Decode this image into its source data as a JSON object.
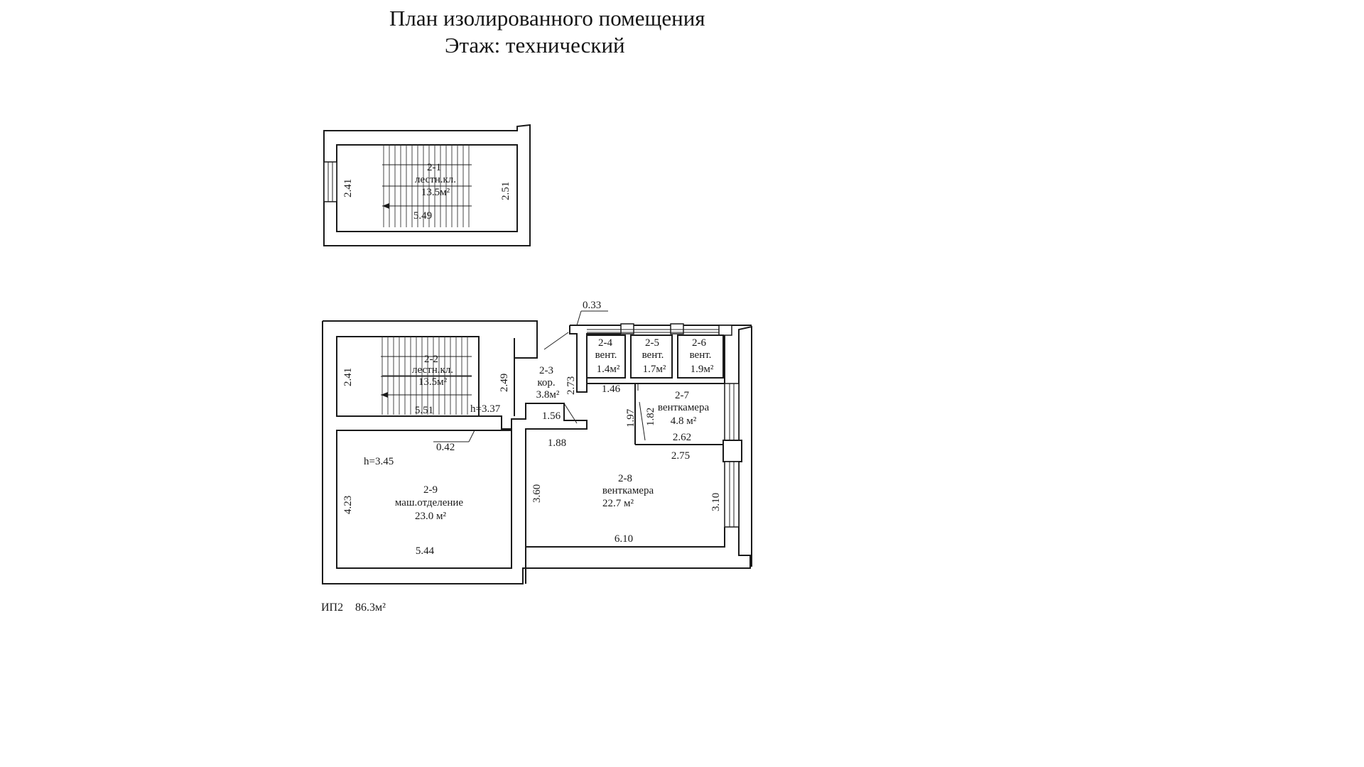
{
  "header": {
    "title": "План изолированного помещения",
    "floor": "Этаж: технический"
  },
  "rooms": [
    {
      "id": "room_2_1",
      "number": "2-1",
      "name": "лестн.кл.",
      "area": "13.5м²"
    },
    {
      "id": "room_2_2",
      "number": "2-2",
      "name": "лестн.кл.",
      "area": "13.5м²"
    },
    {
      "id": "room_2_3",
      "number": "2-3",
      "name": "кор.",
      "area": "3.8м²"
    },
    {
      "id": "room_2_4",
      "number": "2-4",
      "name": "вент.",
      "area": "1.4м²"
    },
    {
      "id": "room_2_5",
      "number": "2-5",
      "name": "вент.",
      "area": "1.7м²"
    },
    {
      "id": "room_2_6",
      "number": "2-6",
      "name": "вент.",
      "area": "1.9м²"
    },
    {
      "id": "room_2_7",
      "number": "2-7",
      "name": "венткамера",
      "area": "4.8 м²"
    },
    {
      "id": "room_2_8",
      "number": "2-8",
      "name": "венткамера",
      "area": "22.7 м²"
    },
    {
      "id": "room_2_9",
      "number": "2-9",
      "name": "маш.отделение",
      "area": "23.0 м²"
    }
  ],
  "dimensions": {
    "d_241_top": "2.41",
    "d_251": "2.51",
    "d_549": "5.49",
    "d_241_bottom": "2.41",
    "d_249": "2.49",
    "d_551": "5.51",
    "d_h337": "h=3.37",
    "d_033": "0.33",
    "d_273": "2.73",
    "d_146": "1.46",
    "d_156": "1.56",
    "d_188": "1.88",
    "d_197": "1.97",
    "d_182": "1.82",
    "d_262": "2.62",
    "d_275": "2.75",
    "d_042": "0.42",
    "d_h345": "h=3.45",
    "d_423": "4.23",
    "d_544": "5.44",
    "d_360": "3.60",
    "d_310": "3.10",
    "d_610": "6.10"
  },
  "footer": {
    "label": "ИП2",
    "total_area": "86.3м²"
  }
}
